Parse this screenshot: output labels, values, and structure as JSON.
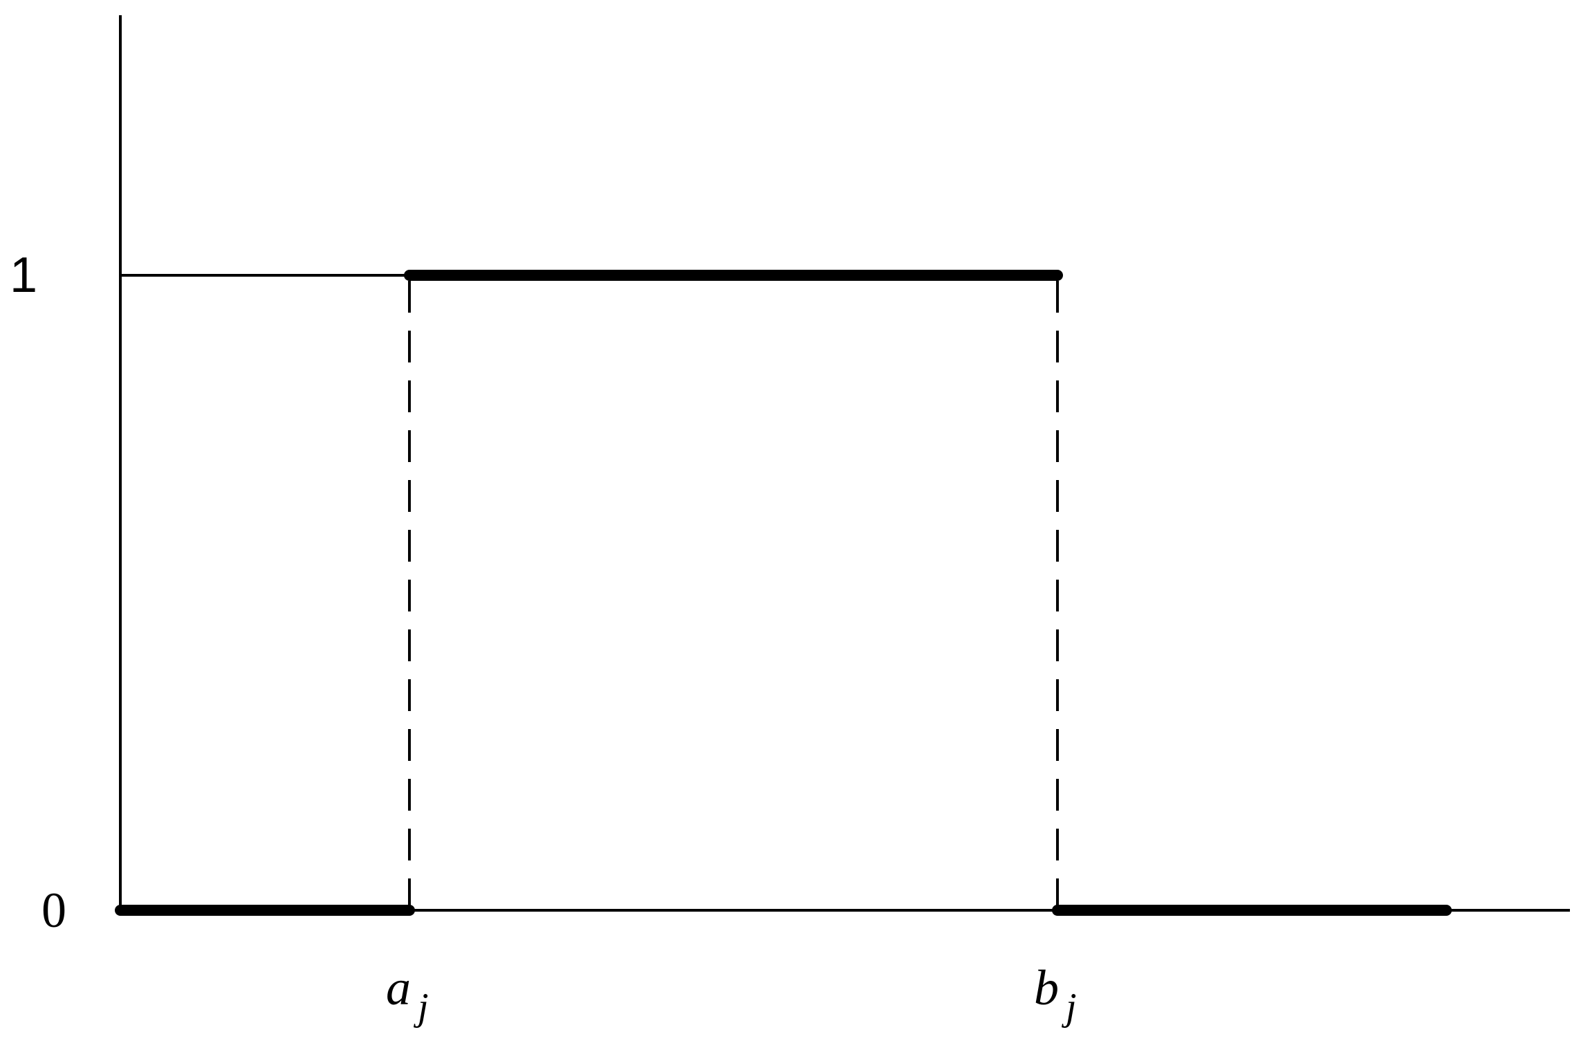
{
  "chart_data": {
    "type": "line",
    "x_ticks": [
      {
        "id": "a",
        "base": "a",
        "sub": "j",
        "value": 1
      },
      {
        "id": "b",
        "base": "b",
        "sub": "j",
        "value": 3.25
      }
    ],
    "y_ticks": [
      {
        "label": "0",
        "value": 0,
        "font": "serif"
      },
      {
        "label": "1",
        "value": 1,
        "font": "sans"
      }
    ],
    "xlim": [
      0,
      5
    ],
    "ylim": [
      0,
      1.4
    ],
    "series": [
      {
        "style": "thick",
        "segments": [
          {
            "x": [
              0,
              1
            ],
            "y": [
              0,
              0
            ]
          },
          {
            "x": [
              1,
              3.25
            ],
            "y": [
              1,
              1
            ]
          },
          {
            "x": [
              3.25,
              4.6
            ],
            "y": [
              0,
              0
            ]
          }
        ]
      },
      {
        "style": "thin",
        "segments": [
          {
            "x": [
              0,
              1
            ],
            "y": [
              1,
              1
            ]
          },
          {
            "x": [
              1,
              3.25
            ],
            "y": [
              0,
              0
            ]
          }
        ]
      },
      {
        "style": "dashed",
        "segments": [
          {
            "x": [
              1,
              1
            ],
            "y": [
              0,
              1
            ]
          },
          {
            "x": [
              3.25,
              3.25
            ],
            "y": [
              0,
              1
            ]
          }
        ]
      }
    ],
    "grid": false,
    "legend": "none",
    "colors": {
      "line": "#000000",
      "background": "#ffffff"
    }
  }
}
